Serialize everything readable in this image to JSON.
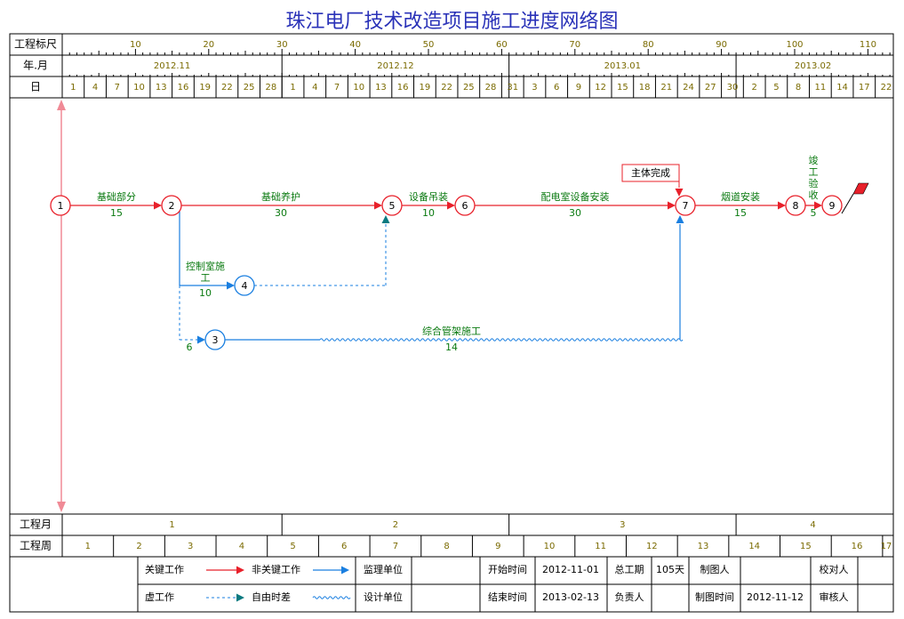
{
  "title": "珠江电厂技术改造项目施工进度网络图",
  "rows": {
    "ruler": "工程标尺",
    "month": "年.月",
    "day": "日",
    "proj_month": "工程月",
    "proj_week": "工程周"
  },
  "ruler_ticks": [
    "10",
    "20",
    "30",
    "40",
    "50",
    "60",
    "70",
    "80",
    "90",
    "100",
    "110"
  ],
  "months": [
    "2012.11",
    "2012.12",
    "2013.01",
    "2013.02"
  ],
  "days": [
    "1",
    "4",
    "7",
    "10",
    "13",
    "16",
    "19",
    "22",
    "25",
    "28",
    "1",
    "4",
    "7",
    "10",
    "13",
    "16",
    "19",
    "22",
    "25",
    "28",
    "31",
    "3",
    "6",
    "9",
    "12",
    "15",
    "18",
    "21",
    "24",
    "27",
    "30",
    "2",
    "5",
    "8",
    "11",
    "14",
    "17",
    "22"
  ],
  "proj_months": [
    "1",
    "2",
    "3",
    "4"
  ],
  "proj_weeks": [
    "1",
    "2",
    "3",
    "4",
    "5",
    "6",
    "7",
    "8",
    "9",
    "10",
    "11",
    "12",
    "13",
    "14",
    "15",
    "16",
    "17"
  ],
  "nodes": [
    "1",
    "2",
    "3",
    "4",
    "5",
    "6",
    "7",
    "8",
    "9"
  ],
  "tasks": {
    "t12": {
      "name": "基础部分",
      "dur": "15"
    },
    "t25": {
      "name": "基础养护",
      "dur": "30"
    },
    "t56": {
      "name": "设备吊装",
      "dur": "10"
    },
    "t67": {
      "name": "配电室设备安装",
      "dur": "30"
    },
    "t78": {
      "name": "烟道安装",
      "dur": "15"
    },
    "t89": {
      "name": "竣工验收",
      "dur": "5"
    },
    "t24": {
      "name1": "控制室施",
      "name2": "工",
      "dur": "10"
    },
    "t23": {
      "dur": "6"
    },
    "t37": {
      "name": "综合管架施工",
      "dur": "14"
    }
  },
  "milestone": "主体完成",
  "colors": {
    "critical": "#e8202a",
    "noncritical": "#1a7fe0",
    "dummy": "#1a7fe0",
    "float": "#0a7a80",
    "label": "#0a7a10",
    "axis": "#f08a96",
    "grid": "#7a7aa0",
    "title": "#2a32b8",
    "ruler": "#7a6a00"
  },
  "legend": {
    "critical": "关键工作",
    "noncritical": "非关键工作",
    "dummy": "虚工作",
    "free_float": "自由时差",
    "supervisor": "监理单位",
    "designer": "设计单位",
    "start_label": "开始时间",
    "start_val": "2012-11-01",
    "end_label": "结束时间",
    "end_val": "2013-02-13",
    "total_label": "总工期",
    "total_val": "105天",
    "owner": "负责人",
    "drafter": "制图人",
    "draw_time_label": "制图时间",
    "draw_time_val": "2012-11-12",
    "checker": "校对人",
    "reviewer": "审核人"
  }
}
